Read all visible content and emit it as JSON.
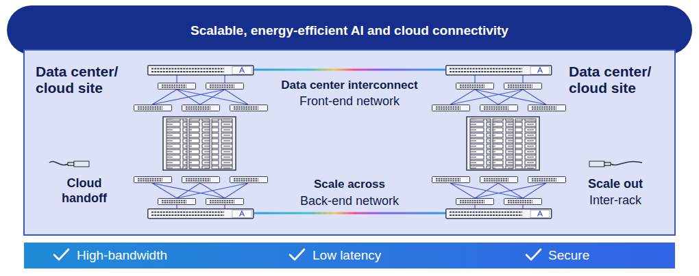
{
  "diagram": {
    "title": "Scalable, energy-efficient AI and cloud connectivity",
    "nodes": [
      {
        "text": [
          "Data center/ cloud site"
        ]
      },
      {
        "text": [
          "Data center/ cloud site"
        ]
      },
      {
        "text": [
          "High-bandwidth",
          "Low latency",
          "Secure"
        ]
      }
    ],
    "edges": [
      {
        "from": 0,
        "to": 1,
        "arrow": "none",
        "label": "Data center interconnect"
      },
      {
        "from": 0,
        "to": 1,
        "arrow": "none",
        "label": "Scale across"
      }
    ],
    "labels": [
      "Front-end network",
      "Cloud handoff",
      "Back-end network",
      "Scale out",
      "Inter-rack"
    ]
  }
}
